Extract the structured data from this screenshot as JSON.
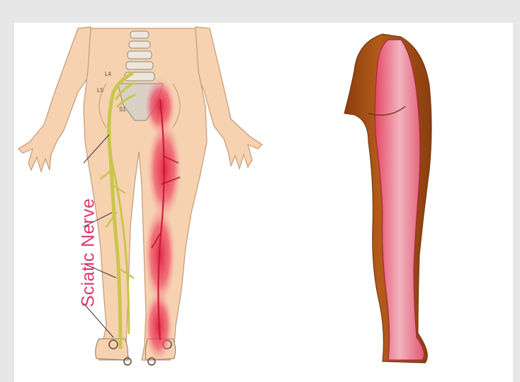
{
  "figure": {
    "label": "Sciatic Nerve",
    "vertebra_labels": [
      "L4",
      "L5",
      "S1"
    ]
  },
  "colors": {
    "skin": "#f6d2b0",
    "skin_outline": "#c59a78",
    "bone": "#ece6dc",
    "nerve": "#d8d45a",
    "pain": "#e8334f",
    "label": "#e0356a",
    "leg_shadow": "#9b4a10"
  }
}
